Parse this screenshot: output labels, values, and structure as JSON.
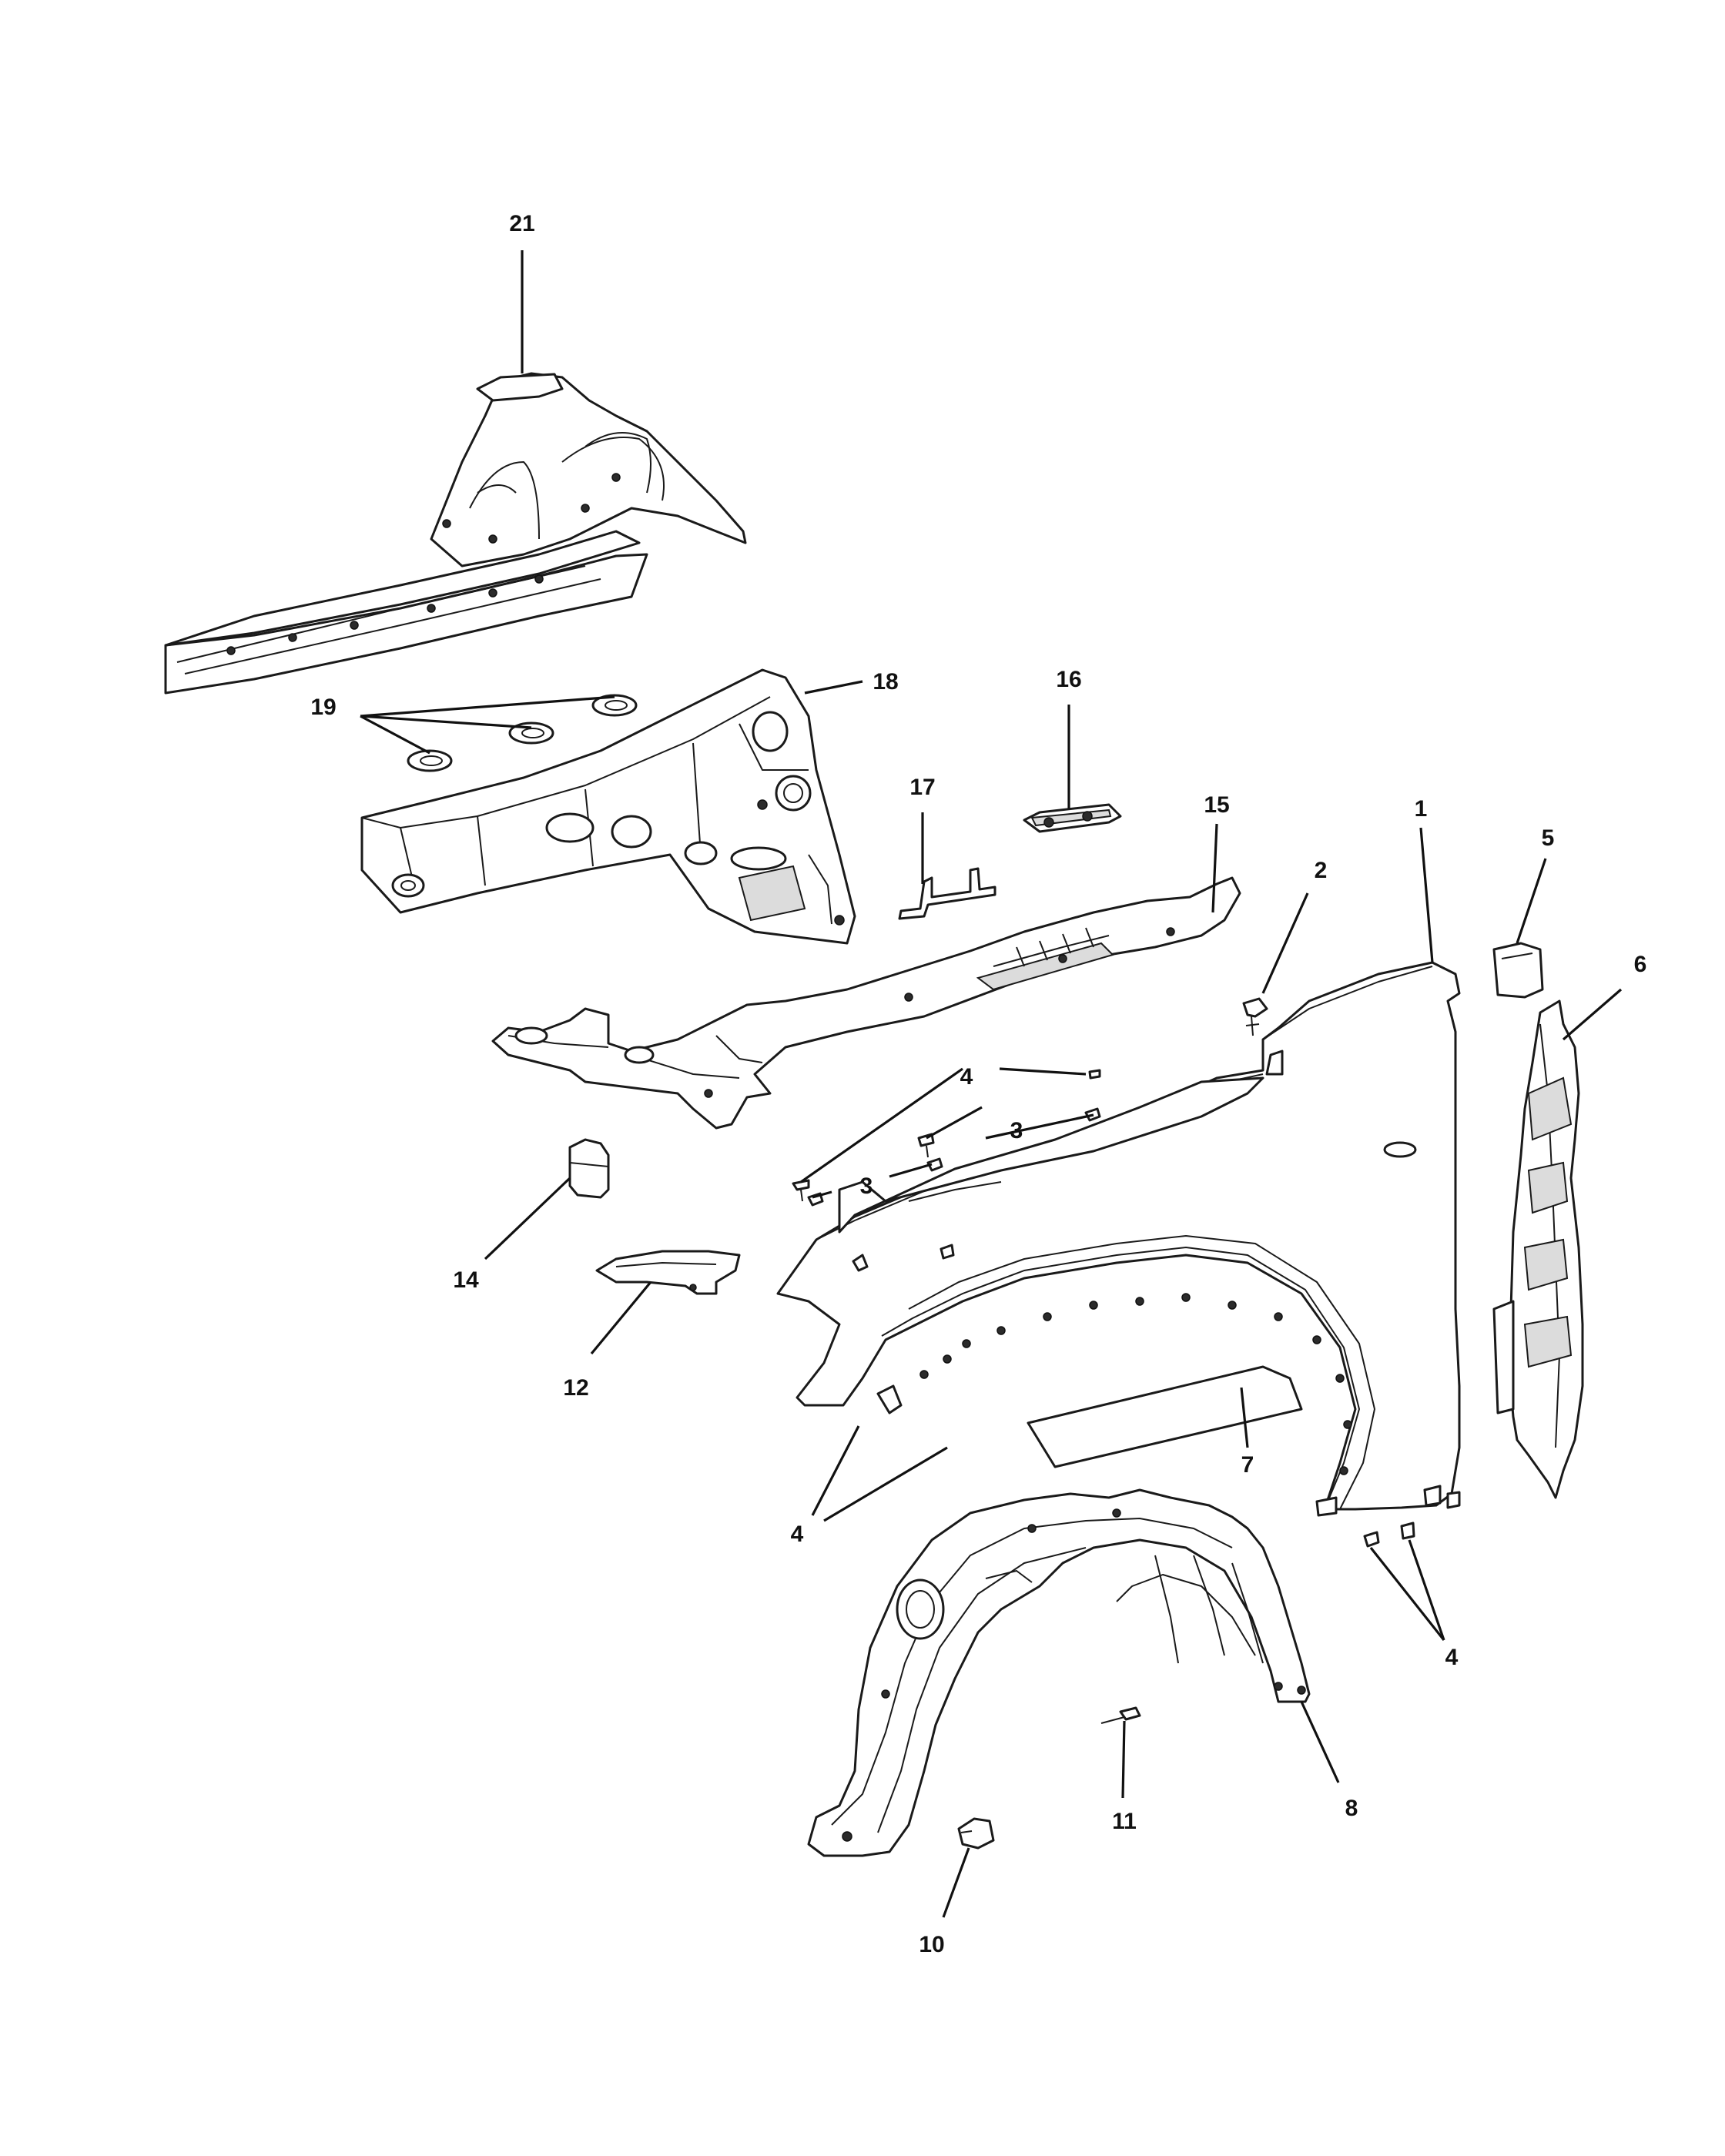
{
  "diagram": {
    "callouts": {
      "c1": "1",
      "c2": "2",
      "c3a": "3",
      "c3b": "3",
      "c4a": "4",
      "c4b": "4",
      "c4c": "4",
      "c5": "5",
      "c6": "6",
      "c7": "7",
      "c8": "8",
      "c10": "10",
      "c11": "11",
      "c12": "12",
      "c14": "14",
      "c15": "15",
      "c16": "16",
      "c17": "17",
      "c18": "18",
      "c19": "19",
      "c21": "21"
    }
  }
}
